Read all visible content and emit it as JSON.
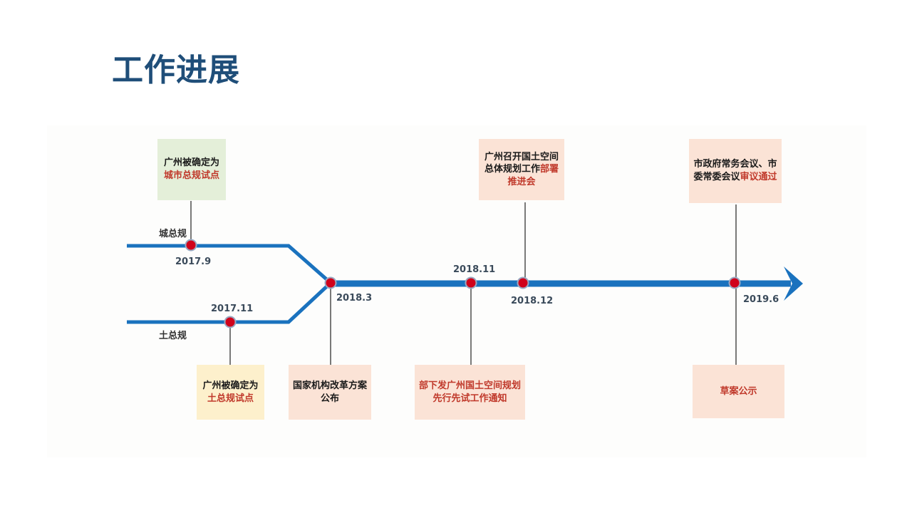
{
  "header": {
    "title": "工作进展"
  },
  "tracks": {
    "upper": "城总规",
    "lower": "土总规"
  },
  "dates": {
    "d2017_9": "2017.9",
    "d2017_11": "2017.11",
    "d2018_3": "2018.3",
    "d2018_11": "2018.11",
    "d2018_12": "2018.12",
    "d2019_6": "2019.6"
  },
  "events": {
    "city_pilot": {
      "pre": "广州被确定为",
      "hl": "城市总规试点",
      "post": ""
    },
    "land_pilot": {
      "pre": "广州被确定为",
      "hl": "土总规试点",
      "post": ""
    },
    "reform": {
      "pre": "国家机构改革方案公布",
      "hl": "",
      "post": ""
    },
    "notice": {
      "pre": "",
      "hl": "部下发广州国土空间规划先行先试工作通知",
      "post": ""
    },
    "meeting": {
      "pre": "广州召开国土空间总体规划工作",
      "hl": "部署推进会",
      "post": ""
    },
    "approval": {
      "pre": "市政府常务会议、市委常委会议",
      "hl": "审议通过",
      "post": ""
    },
    "publicity": {
      "pre": "",
      "hl": "草案公示",
      "post": ""
    }
  },
  "colors": {
    "line": "#1a72be",
    "node": "#d0021b",
    "title": "#1f4e79",
    "highlight": "#c0392b"
  }
}
